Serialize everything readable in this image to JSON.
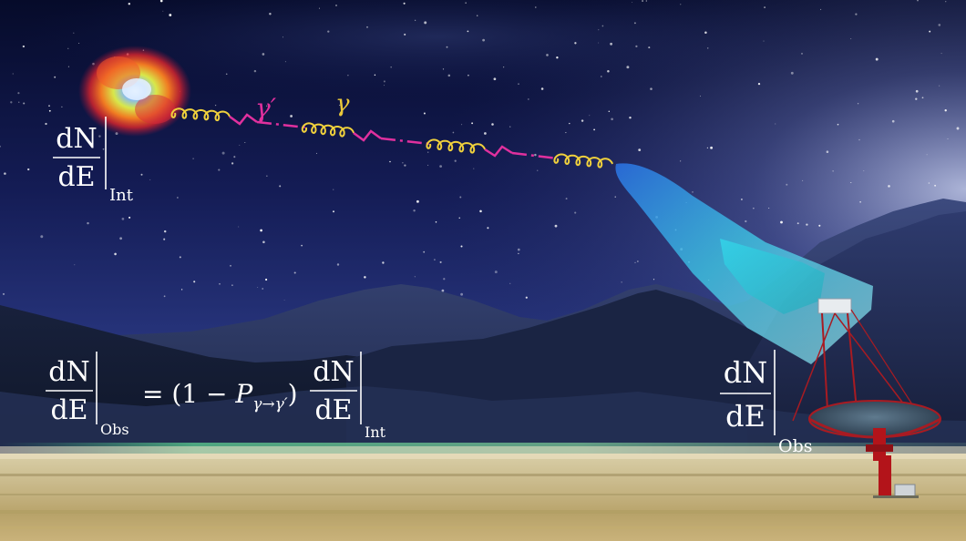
{
  "colors": {
    "photon": "#f0d13c",
    "axion": "#e0309e",
    "sky_top": "#060b2a",
    "sky_mid": "#1b2467",
    "sky_horizon": "#9aa7da",
    "cherenkov": "#38d4ec",
    "telescope": "#b3141a"
  },
  "labels": {
    "gamma_prime": "γ′",
    "gamma": "γ"
  },
  "equations": {
    "intrinsic": {
      "numerator": "dN",
      "denominator": "dE",
      "subscript": "Int"
    },
    "observed_left": {
      "numerator": "dN",
      "denominator": "dE",
      "subscript": "Obs"
    },
    "equals_factor": {
      "prefix": "= (1 − ",
      "p_symbol": "P",
      "p_subscript": "γ→γ′",
      "suffix": ")"
    },
    "intrinsic_right": {
      "numerator": "dN",
      "denominator": "dE",
      "subscript": "Int"
    },
    "observed_telescope": {
      "numerator": "dN",
      "denominator": "dE",
      "subscript": "Obs"
    }
  }
}
